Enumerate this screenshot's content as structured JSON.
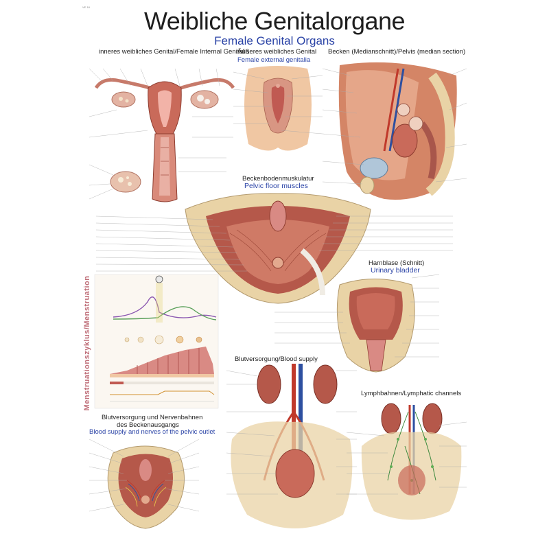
{
  "header": {
    "code": "VE 18",
    "title_de": "Weibliche Genitalorgane",
    "title_en": "Female Genital Organs"
  },
  "sections": {
    "internal": "inneres weibliches Genital/Female Internal Genitalia",
    "external_de": "Äußeres weibliches Genital",
    "external_en": "Female external genitalia",
    "pelvis": "Becken (Medianschnitt)/Pelvis (median section)",
    "floor_de": "Beckenbodenmuskulatur",
    "floor_en": "Pelvic floor muscles",
    "bladder_de": "Harnblase (Schnitt)",
    "bladder_en": "Urinary bladder",
    "cycle": "Menstruationszyklus/Menstruation",
    "blood": "Blutversorgung/Blood supply",
    "lymph": "Lymphbahnen/Lymphatic channels",
    "outlet_de_1": "Blutversorgung und Nervenbahnen",
    "outlet_de_2": "des Beckenausgangs",
    "outlet_en": "Blood supply and nerves of the pelvic outlet"
  },
  "colors": {
    "title": "#1e1e1e",
    "english": "#2a43a6",
    "muscle": "#b5584a",
    "bone": "#e9d3a6",
    "skin": "#f1c9a5",
    "mucosa": "#d98a84",
    "artery": "#c0392b",
    "vein": "#2d4fa0",
    "lymph": "#3e8a3e",
    "cycle_sidebar": "#c0707a"
  }
}
